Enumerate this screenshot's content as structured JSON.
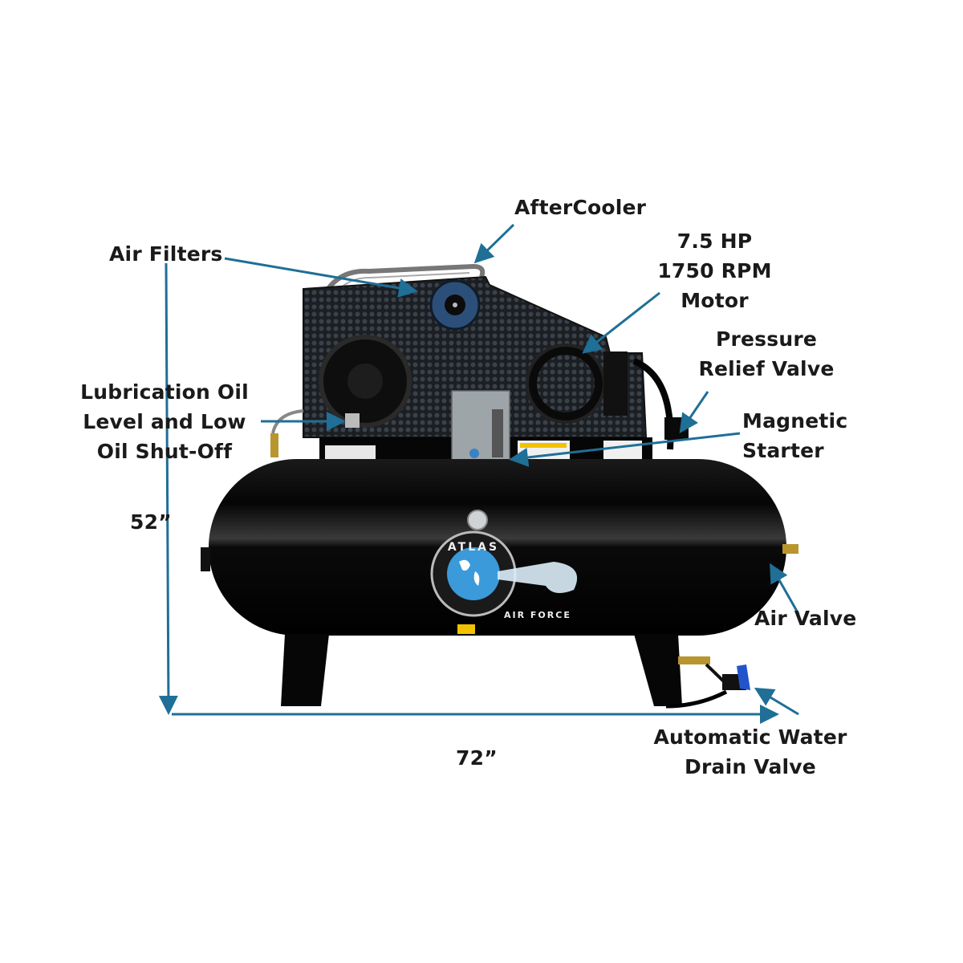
{
  "product": {
    "brand_logo_top": "ATLAS",
    "brand_logo_bottom": "AIR FORCE",
    "type": "horizontal air compressor"
  },
  "callouts": {
    "aftercooler": "AfterCooler",
    "air_filters": "Air Filters",
    "motor": [
      "7.5 HP",
      "1750 RPM",
      "Motor"
    ],
    "pressure_relief_valve": [
      "Pressure",
      "Relief Valve"
    ],
    "lubrication": [
      "Lubrication Oil",
      "Level and Low",
      "Oil Shut-Off"
    ],
    "magnetic_starter": [
      "Magnetic",
      "Starter"
    ],
    "air_valve": "Air Valve",
    "drain_valve": [
      "Automatic Water",
      "Drain Valve"
    ]
  },
  "dimensions": {
    "height": "52”",
    "width": "72”"
  },
  "colors": {
    "arrow": "#1f6f96",
    "tank": "#0a0a0a",
    "text": "#1a1a1a",
    "logo_globe": "#3b9ad9",
    "starter_box": "#9ea5a8"
  }
}
